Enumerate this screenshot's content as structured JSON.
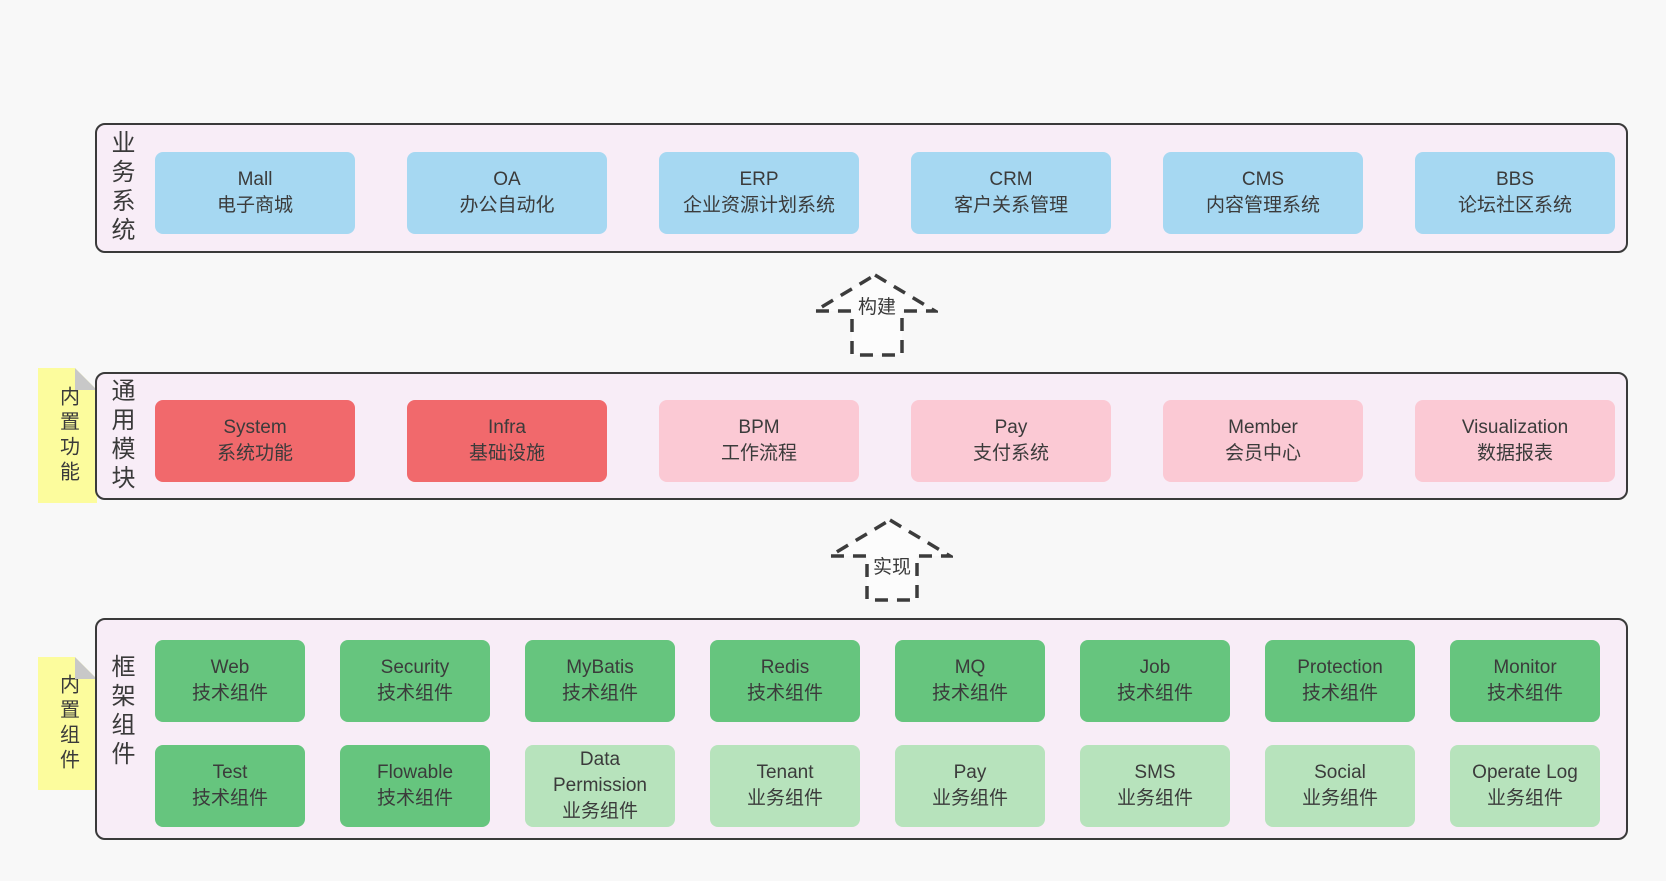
{
  "colors": {
    "page_bg": "#f8f8f8",
    "band_bg": "#f8edf7",
    "band_border": "#3a3a3a",
    "blue_box": "#a6d8f2",
    "red_box": "#f1696c",
    "pink_box": "#fbc9d4",
    "green_box": "#66c57e",
    "light_green_box": "#b7e3bc",
    "sticky_note": "#fcfc9d",
    "note_fold": "#c8c8c8",
    "text": "#3b3b3b"
  },
  "layers": [
    {
      "label": "业务系统",
      "boxes": [
        {
          "title": "Mall",
          "sub": "电子商城"
        },
        {
          "title": "OA",
          "sub": "办公自动化"
        },
        {
          "title": "ERP",
          "sub": "企业资源计划系统"
        },
        {
          "title": "CRM",
          "sub": "客户关系管理"
        },
        {
          "title": "CMS",
          "sub": "内容管理系统"
        },
        {
          "title": "BBS",
          "sub": "论坛社区系统"
        }
      ]
    },
    {
      "label": "通用模块",
      "note": "内置功能",
      "boxes": [
        {
          "title": "System",
          "sub": "系统功能"
        },
        {
          "title": "Infra",
          "sub": "基础设施"
        },
        {
          "title": "BPM",
          "sub": "工作流程"
        },
        {
          "title": "Pay",
          "sub": "支付系统"
        },
        {
          "title": "Member",
          "sub": "会员中心"
        },
        {
          "title": "Visualization",
          "sub": "数据报表"
        }
      ]
    },
    {
      "label": "框架组件",
      "note": "内置组件",
      "rows": [
        [
          {
            "title": "Web",
            "sub": "技术组件"
          },
          {
            "title": "Security",
            "sub": "技术组件"
          },
          {
            "title": "MyBatis",
            "sub": "技术组件"
          },
          {
            "title": "Redis",
            "sub": "技术组件"
          },
          {
            "title": "MQ",
            "sub": "技术组件"
          },
          {
            "title": "Job",
            "sub": "技术组件"
          },
          {
            "title": "Protection",
            "sub": "技术组件"
          },
          {
            "title": "Monitor",
            "sub": "技术组件"
          }
        ],
        [
          {
            "title": "Test",
            "sub": "技术组件"
          },
          {
            "title": "Flowable",
            "sub": "技术组件"
          },
          {
            "title": "Data Permission",
            "sub": "业务组件"
          },
          {
            "title": "Tenant",
            "sub": "业务组件"
          },
          {
            "title": "Pay",
            "sub": "业务组件"
          },
          {
            "title": "SMS",
            "sub": "业务组件"
          },
          {
            "title": "Social",
            "sub": "业务组件"
          },
          {
            "title": "Operate Log",
            "sub": "业务组件"
          }
        ]
      ]
    }
  ],
  "arrows": [
    {
      "label": "构建"
    },
    {
      "label": "实现"
    }
  ]
}
